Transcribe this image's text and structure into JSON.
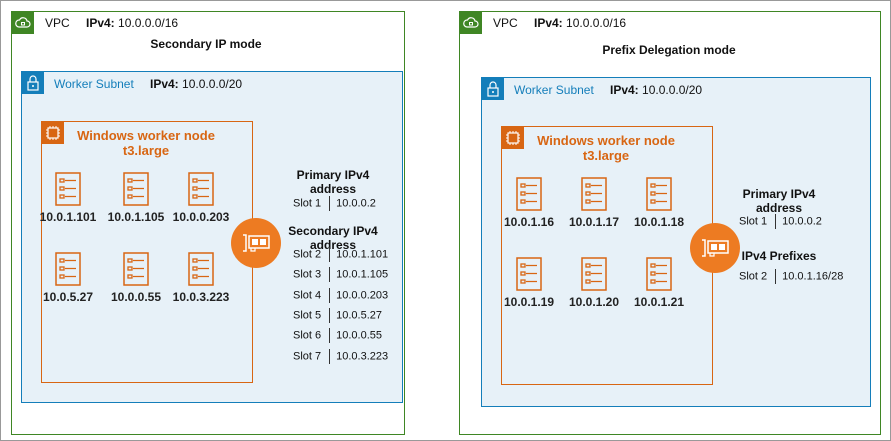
{
  "colors": {
    "vpc": "#3f8624",
    "subnet": "#147eba",
    "node": "#d86613",
    "nic": "#ed7b22"
  },
  "panels": [
    {
      "vpc_label": "VPC",
      "vpc_ipv4_key": "IPv4:",
      "vpc_ipv4": "10.0.0.0/16",
      "mode": "Secondary IP mode",
      "subnet_label": "Worker Subnet",
      "subnet_ipv4_key": "IPv4:",
      "subnet_ipv4": "10.0.0.0/20",
      "node_title": "Windows worker node",
      "node_type": "t3.large",
      "pods": [
        "10.0.1.101",
        "10.0.1.105",
        "10.0.0.203",
        "10.0.5.27",
        "10.0.0.55",
        "10.0.3.223"
      ],
      "primary_heading": "Primary IPv4 address",
      "primary_slot": {
        "slot": "Slot 1",
        "value": "10.0.0.2"
      },
      "secondary_heading": "Secondary IPv4 address",
      "secondary_slots": [
        {
          "slot": "Slot 2",
          "value": "10.0.1.101"
        },
        {
          "slot": "Slot 3",
          "value": "10.0.1.105"
        },
        {
          "slot": "Slot 4",
          "value": "10.0.0.203"
        },
        {
          "slot": "Slot 5",
          "value": "10.0.5.27"
        },
        {
          "slot": "Slot 6",
          "value": "10.0.0.55"
        },
        {
          "slot": "Slot 7",
          "value": "10.0.3.223"
        }
      ]
    },
    {
      "vpc_label": "VPC",
      "vpc_ipv4_key": "IPv4:",
      "vpc_ipv4": "10.0.0.0/16",
      "mode": "Prefix Delegation mode",
      "subnet_label": "Worker Subnet",
      "subnet_ipv4_key": "IPv4:",
      "subnet_ipv4": "10.0.0.0/20",
      "node_title": "Windows worker node",
      "node_type": "t3.large",
      "pods": [
        "10.0.1.16",
        "10.0.1.17",
        "10.0.1.18",
        "10.0.1.19",
        "10.0.1.20",
        "10.0.1.21"
      ],
      "primary_heading": "Primary IPv4 address",
      "primary_slot": {
        "slot": "Slot 1",
        "value": "10.0.0.2"
      },
      "secondary_heading": "IPv4 Prefixes",
      "secondary_slots": [
        {
          "slot": "Slot 2",
          "value": "10.0.1.16/28"
        }
      ]
    }
  ]
}
